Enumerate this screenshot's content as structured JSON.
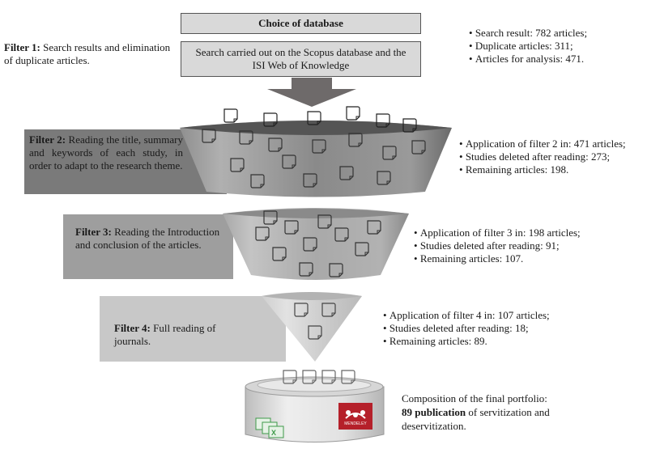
{
  "header": {
    "title": "Choice of database",
    "search_description": "Search carried out on the Scopus database and the ISI Web of Knowledge"
  },
  "filters": [
    {
      "id": "filter-1",
      "label_bold": "Filter 1:",
      "label_text": "Search results and elimination of duplicate articles.",
      "stats": [
        "Search result: 782 articles;",
        "Duplicate articles: 311;",
        "Articles for analysis: 471."
      ]
    },
    {
      "id": "filter-2",
      "label_bold": "Filter 2:",
      "label_text": "Reading the title, summary and keywords of each study, in order to adapt to the research theme.",
      "banner_color": "#7a7a7a",
      "stats": [
        "Application of filter 2 in: 471 articles;",
        "Studies deleted after reading: 273;",
        "Remaining articles: 198."
      ]
    },
    {
      "id": "filter-3",
      "label_bold": "Filter 3:",
      "label_text": "Reading the Introduction and conclusion of the articles.",
      "banner_color": "#9e9e9e",
      "stats": [
        "Application of filter 3 in: 198 articles;",
        "Studies deleted after reading: 91;",
        "Remaining articles: 107."
      ]
    },
    {
      "id": "filter-4",
      "label_bold": "Filter 4:",
      "label_text": "Full reading of journals.",
      "banner_color": "#c8c8c8",
      "stats": [
        "Application of filter 4 in: 107 articles;",
        "Studies deleted after reading: 18;",
        "Remaining articles: 89."
      ]
    }
  ],
  "final": {
    "line1": "Composition of the final portfolio:",
    "count_bold": "89 publication",
    "line2_rest": " of servitization and deservitization.",
    "mendeley_label": "MENDELEY",
    "mendeley_color": "#b5202a",
    "excel_color": "#3f9a4a"
  },
  "icons": {
    "document": "document-icon",
    "arrow": "down-arrow-icon",
    "database": "database-icon",
    "mendeley": "mendeley-logo-icon",
    "excel": "excel-files-icon"
  }
}
